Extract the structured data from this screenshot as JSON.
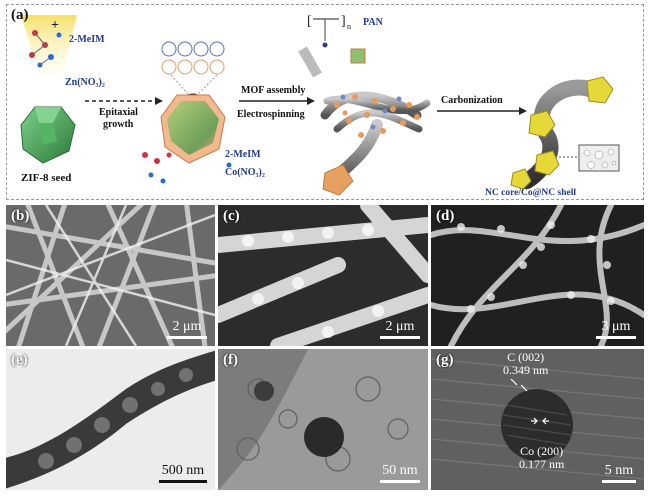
{
  "scheme": {
    "panel_label": "(a)",
    "ligand_label_1": "2-MeIM",
    "metal_salt_1": "Zn(NO₃)₂",
    "seed_label": "ZIF-8 seed",
    "step1_label_line1": "Epitaxial",
    "step1_label_line2": "growth",
    "ligand_label_2": "2-MeIM",
    "metal_salt_2": "Co(NO₃)₂",
    "polymer_label": "PAN",
    "polymer_subscript": "n",
    "step2_label_line1": "MOF assembly",
    "step2_label_line2": "Electrospinning",
    "step3_label": "Carbonization",
    "product_label": "NC core/Co@NC shell"
  },
  "panels": [
    {
      "label": "(b)",
      "scale": "2 μm",
      "type": "SEM"
    },
    {
      "label": "(c)",
      "scale": "2 μm",
      "type": "SEM"
    },
    {
      "label": "(d)",
      "scale": "3 μm",
      "type": "SEM"
    },
    {
      "label": "(e)",
      "scale": "500 nm",
      "type": "TEM"
    },
    {
      "label": "(f)",
      "scale": "50 nm",
      "type": "TEM"
    },
    {
      "label": "(g)",
      "scale": "5 nm",
      "type": "HRTEM"
    }
  ],
  "lattice": {
    "c_plane": "C (002)",
    "c_spacing": "0.349 nm",
    "co_plane": "Co (200)",
    "co_spacing": "0.177 nm"
  },
  "colors": {
    "seed_green": "#3f9a4f",
    "shell_orange": "#e8a070",
    "product_yellow": "#e7d83a",
    "fiber_gray": "#6d6d6d",
    "salt_blue": "#233a8f"
  }
}
